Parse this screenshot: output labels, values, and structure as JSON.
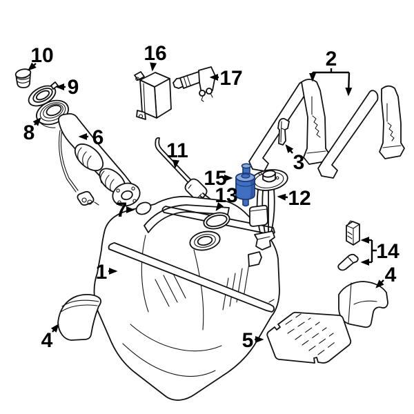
{
  "diagram": {
    "type": "exploded-parts-diagram",
    "subject": "Fuel tank assembly",
    "background_color": "#ffffff",
    "line_color": "#111111",
    "highlighted_part": {
      "number": "15",
      "fill_color": "#3f6fc1",
      "outline_color": "#1c3a78",
      "highlight_color": "#8ba8dd",
      "shade_color": "#2f57a3"
    }
  },
  "callouts": [
    {
      "number": "1"
    },
    {
      "number": "2"
    },
    {
      "number": "3"
    },
    {
      "number": "4"
    },
    {
      "number": "5"
    },
    {
      "number": "6"
    },
    {
      "number": "7"
    },
    {
      "number": "8"
    },
    {
      "number": "9"
    },
    {
      "number": "10"
    },
    {
      "number": "11"
    },
    {
      "number": "12"
    },
    {
      "number": "13"
    },
    {
      "number": "14"
    },
    {
      "number": "15"
    },
    {
      "number": "16"
    },
    {
      "number": "17"
    }
  ]
}
